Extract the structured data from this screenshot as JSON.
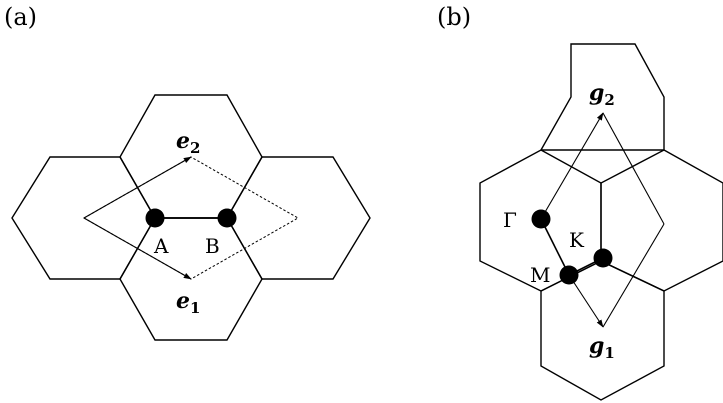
{
  "panel_a": {
    "label": "(a)",
    "atom_a_label": "A",
    "atom_b_label": "B",
    "vector_1_label": "e",
    "vector_1_sub": "1",
    "vector_2_label": "e",
    "vector_2_sub": "2"
  },
  "panel_b": {
    "label": "(b)",
    "gamma_label": "Γ",
    "k_label": "K",
    "m_label": "M",
    "vector_1_label": "g",
    "vector_1_sub": "1",
    "vector_2_label": "g",
    "vector_2_sub": "2"
  }
}
